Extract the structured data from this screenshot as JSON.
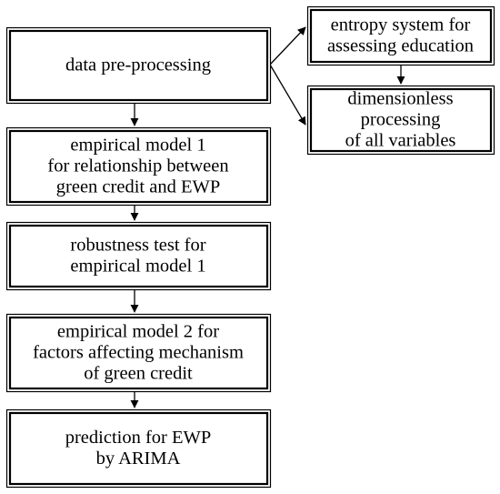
{
  "diagram": {
    "nodes": {
      "data_preprocessing": {
        "lines": [
          "data pre-processing"
        ]
      },
      "entropy_system": {
        "lines": [
          "entropy system for",
          "assessing education"
        ]
      },
      "dimensionless": {
        "lines": [
          "dimensionless",
          "processing",
          "of all variables"
        ]
      },
      "empirical_model_1": {
        "lines": [
          "empirical model 1",
          "for relationship between",
          "green credit and EWP"
        ]
      },
      "robustness_test": {
        "lines": [
          "robustness test for",
          "empirical model 1"
        ]
      },
      "empirical_model_2": {
        "lines": [
          "empirical model 2 for",
          "factors affecting mechanism",
          "of green credit"
        ]
      },
      "prediction": {
        "lines": [
          "prediction for EWP",
          "by ARIMA"
        ]
      }
    },
    "edges": [
      {
        "from": "data_preprocessing",
        "to": "empirical_model_1"
      },
      {
        "from": "data_preprocessing",
        "to": "entropy_system"
      },
      {
        "from": "data_preprocessing",
        "to": "dimensionless"
      },
      {
        "from": "entropy_system",
        "to": "dimensionless"
      },
      {
        "from": "empirical_model_1",
        "to": "robustness_test"
      },
      {
        "from": "robustness_test",
        "to": "empirical_model_2"
      },
      {
        "from": "empirical_model_2",
        "to": "prediction"
      }
    ],
    "colors": {
      "stroke": "#000000",
      "background": "#ffffff"
    }
  }
}
